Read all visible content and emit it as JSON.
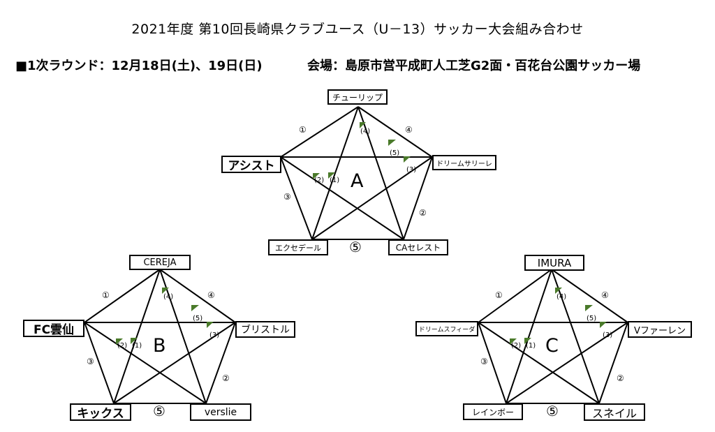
{
  "title": "2021年度  第10回長崎県クラブユース（U－13）サッカー大会組み合わせ",
  "round_info": "■1次ラウンド：12月18日(土)、19日(日)",
  "venue_info": "会場：島原市営平成町人工芝G2面・百花台公園サッカー場",
  "colors": {
    "flag": "#4a7a2a",
    "line": "#000000"
  },
  "match_labels": {
    "m1": "①",
    "m2": "②",
    "m3": "③",
    "m4": "④",
    "m5": "⑤"
  },
  "marker_labels": {
    "t1": "(1)",
    "t2": "(2)",
    "t3": "(3)",
    "t4": "(4)",
    "t5": "(5)"
  },
  "groups": {
    "A": {
      "letter": "A",
      "teams": {
        "top": "チューリップ",
        "left": "アシスト",
        "right": "ドリームサリーレ",
        "bottom_left": "エクセデール",
        "bottom_right": "CAセレスト"
      }
    },
    "B": {
      "letter": "B",
      "teams": {
        "top": "CEREJA",
        "left": "FC雲仙",
        "right": "ブリストル",
        "bottom_left": "キックス",
        "bottom_right": "verslie"
      }
    },
    "C": {
      "letter": "C",
      "teams": {
        "top": "IMURA",
        "left": "ドリームスフィーダ",
        "right": "Vファーレン",
        "bottom_left": "レインボー",
        "bottom_right": "スネイル"
      }
    }
  }
}
